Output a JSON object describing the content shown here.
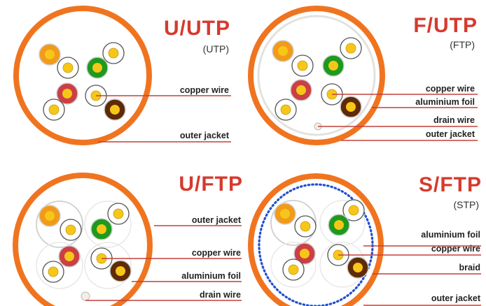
{
  "colors": {
    "jacket": "#f07420",
    "title": "#d63a2e",
    "leader": "#c2403a",
    "braid": "#1f4fd0",
    "foil": "#e2e2de",
    "orange_wire": "#f29a1a",
    "green_wire": "#1e9a1e",
    "red_wire": "#cc3f45",
    "brown_wire": "#5e2a08",
    "copper": "#f6c718"
  },
  "panels": [
    {
      "title": "U/UTP",
      "subtitle": "(UTP)",
      "labels": [
        "copper wire",
        "outer jacket"
      ]
    },
    {
      "title": "F/UTP",
      "subtitle": "(FTP)",
      "labels": [
        "copper wire",
        "aluminium foil",
        "drain wire",
        "outer jacket"
      ]
    },
    {
      "title": "U/FTP",
      "subtitle": "",
      "labels": [
        "outer jacket",
        "copper wire",
        "aluminium foil",
        "drain wire"
      ]
    },
    {
      "title": "S/FTP",
      "subtitle": "(STP)",
      "labels": [
        "aluminium foil",
        "copper wire",
        "braid",
        "outer jacket"
      ]
    }
  ]
}
